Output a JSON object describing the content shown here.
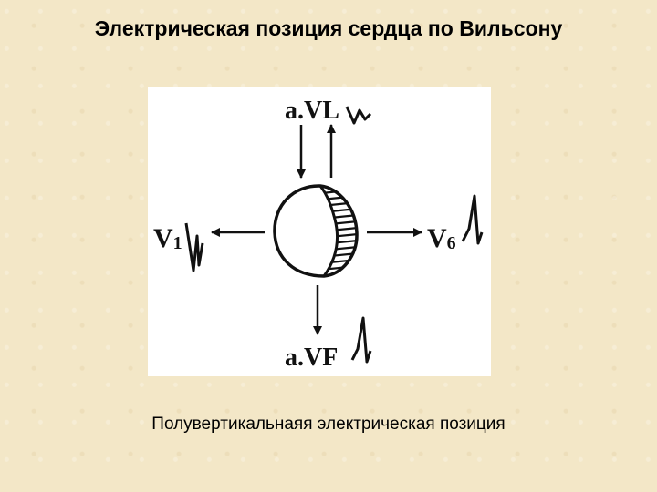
{
  "slide": {
    "title": "Электрическая позиция сердца по Вильсону",
    "caption": "Полувертикальнаяя электрическая позиция"
  },
  "diagram": {
    "leads": {
      "avl": "a.VL",
      "v1_main": "V",
      "v1_sub": "1",
      "v6_main": "V",
      "v6_sub": "6",
      "avf": "a.VF"
    },
    "colors": {
      "ink": "#111111",
      "panel": "#ffffff",
      "background": "#f3e7c7"
    }
  }
}
